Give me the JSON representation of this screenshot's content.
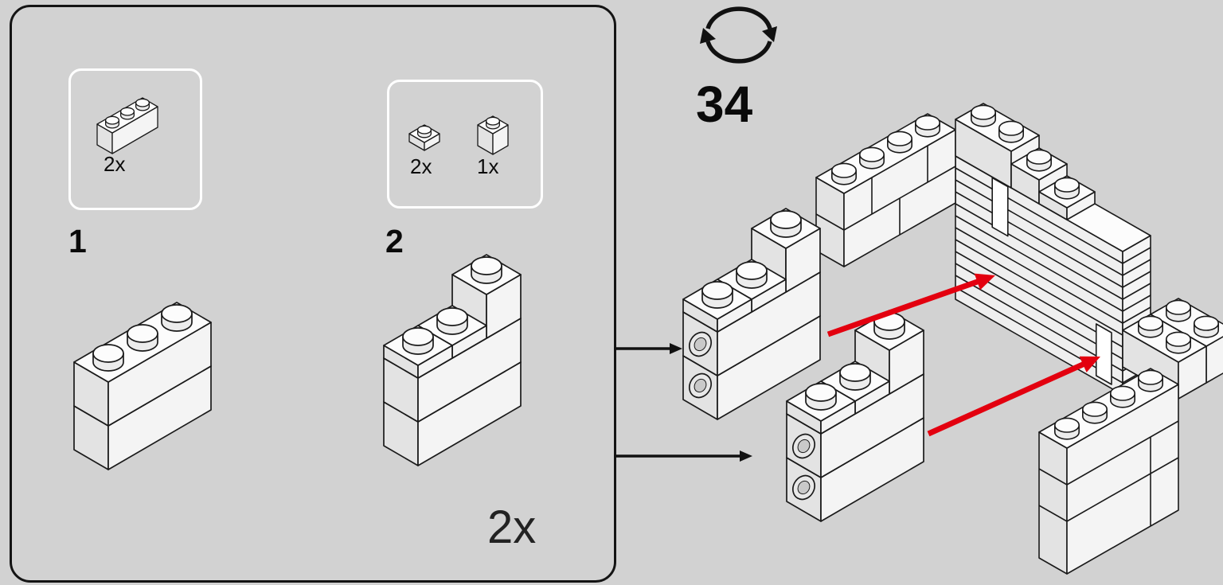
{
  "page": {
    "background": "#d2d2d2"
  },
  "step": {
    "number": "34"
  },
  "icons": {
    "rotate": "rotate-model-icon"
  },
  "callout": {
    "part_groups": [
      {
        "parts": [
          {
            "name": "brick-1x3",
            "count": "2x"
          }
        ]
      },
      {
        "parts": [
          {
            "name": "plate-1x1",
            "count": "2x"
          },
          {
            "name": "brick-1x1",
            "count": "1x"
          }
        ]
      }
    ],
    "substeps": [
      {
        "label": "1"
      },
      {
        "label": "2"
      }
    ],
    "repeat": "2x"
  },
  "colors": {
    "outline": "#1a1a1a",
    "face_left": "#e3e3e3",
    "face_right": "#f4f4f4",
    "face_top": "#fcfcfc",
    "stud_side": "#ececec",
    "slot_fill": "#ffffff",
    "circle_fill": "#e8e8e8",
    "circle_inner": "#c9c9c9",
    "arrow_red": "#e3000f",
    "arrow_black": "#111111"
  }
}
